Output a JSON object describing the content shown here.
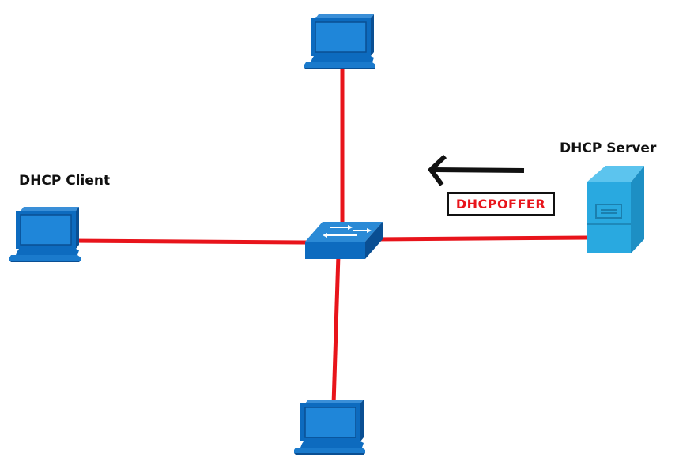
{
  "diagram": {
    "labels": {
      "client": "DHCP Client",
      "server": "DHCP Server"
    },
    "message": {
      "text": "DHCPOFFER",
      "direction": "server-to-client"
    },
    "nodes": [
      {
        "id": "laptop-top",
        "kind": "laptop-icon"
      },
      {
        "id": "laptop-client",
        "kind": "laptop-icon"
      },
      {
        "id": "laptop-bottom",
        "kind": "laptop-icon"
      },
      {
        "id": "switch",
        "kind": "switch-icon"
      },
      {
        "id": "server",
        "kind": "server-icon"
      }
    ],
    "links": [
      {
        "from": "switch",
        "to": "laptop-top"
      },
      {
        "from": "switch",
        "to": "laptop-client"
      },
      {
        "from": "switch",
        "to": "server"
      },
      {
        "from": "switch",
        "to": "laptop-bottom"
      }
    ],
    "colors": {
      "link": "#e8141b",
      "device": "#0d6bbf",
      "device_dark": "#0a4f93",
      "server": "#29a9e0",
      "message_text": "#e8141b",
      "arrow": "#111111"
    }
  }
}
